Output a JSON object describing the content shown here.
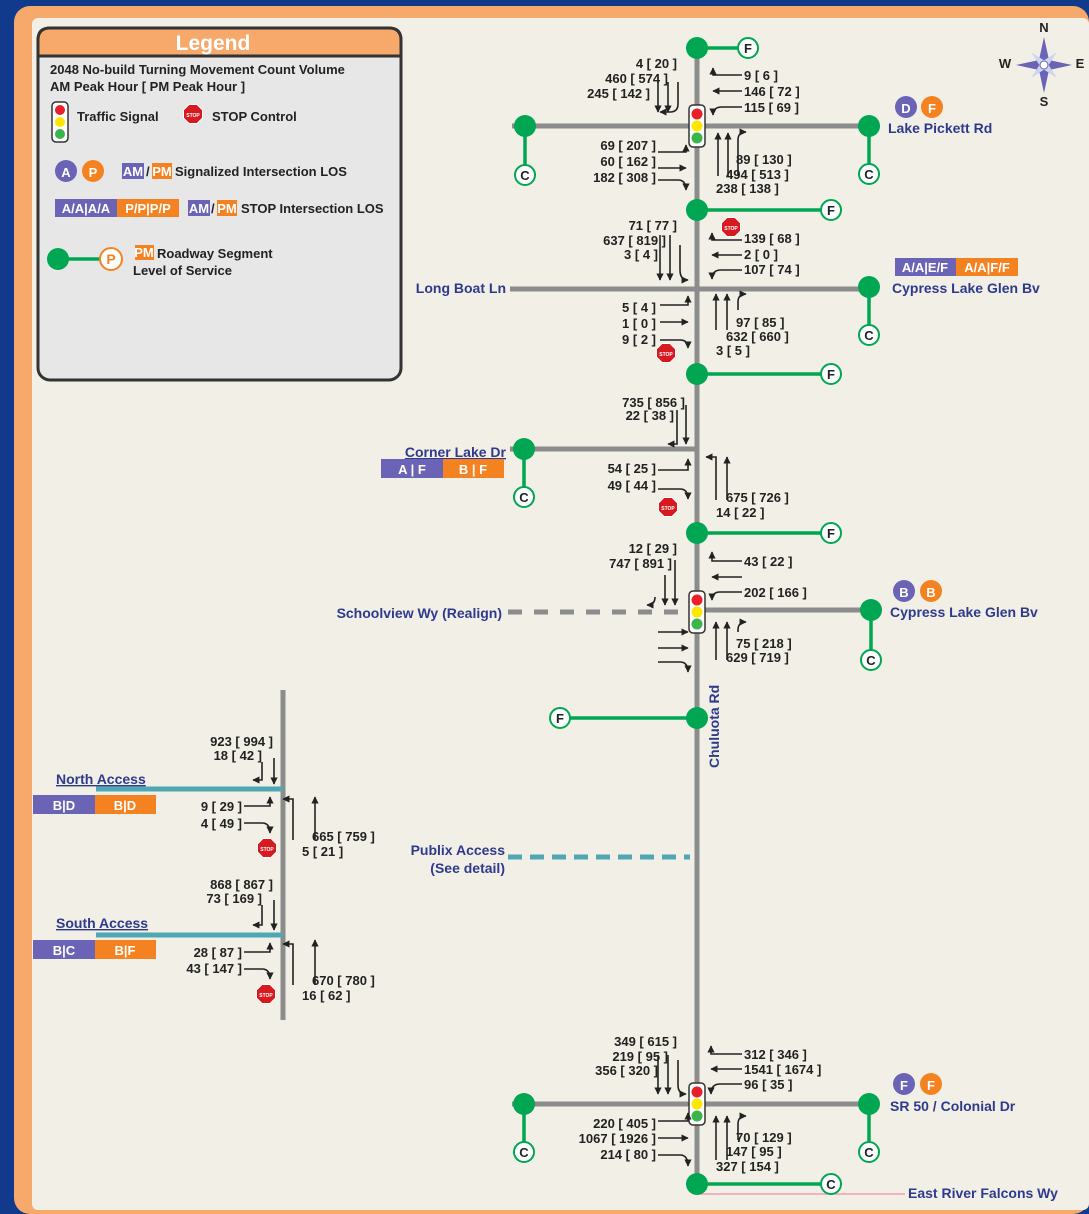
{
  "legend": {
    "title": "Legend",
    "line1": "2048 No-build Turning Movement Count Volume",
    "line2": "AM Peak Hour  [ PM Peak Hour ]",
    "signal": "Traffic Signal",
    "stop": "STOP Control",
    "signal_los": "Signalized Intersection LOS",
    "stop_los": "STOP Intersection LOS",
    "segment1": "Roadway Segment",
    "segment2": "Level of Service",
    "sample_am": "A",
    "sample_pm": "P",
    "am": "AM",
    "pm": "PM",
    "sample_stop_am": "A/A|A/A",
    "sample_stop_pm": "P/P|P/P",
    "stop_word": "STOP"
  },
  "compass": {
    "n": "N",
    "s": "S",
    "e": "E",
    "w": "W"
  },
  "streets": {
    "main": "Chuluota Rd",
    "lake_pickett": "Lake Pickett Rd",
    "long_boat": "Long Boat Ln",
    "cypress1": "Cypress Lake Glen Bv",
    "corner_lake": "Corner Lake Dr",
    "schoolview": "Schoolview Wy (Realign)",
    "cypress2": "Cypress Lake Glen Bv",
    "publix1": "Publix Access",
    "publix2": "(See detail)",
    "north_access": "North Access",
    "south_access": "South Access",
    "sr50": "SR 50 / Colonial Dr",
    "east_river": "East River Falcons Wy"
  },
  "los": {
    "lake_pickett": {
      "am": "D",
      "pm": "F"
    },
    "cypress2": {
      "am": "B",
      "pm": "B"
    },
    "sr50": {
      "am": "F",
      "pm": "F"
    },
    "cypress1": {
      "am": "A/A|E/F",
      "pm": "A/A|F/F"
    },
    "corner_lake": {
      "am": "A | F",
      "pm": "B | F"
    },
    "north_access": {
      "am": "B|D",
      "pm": "B|D"
    },
    "south_access": {
      "am": "B|C",
      "pm": "B|F"
    }
  },
  "segments": {
    "s1": "F",
    "s2": "F",
    "s3": "F",
    "s4": "F",
    "s5": "F",
    "s6": "C",
    "lp_w": "C",
    "lp_e": "C",
    "cy1_e": "C",
    "cl_w": "C",
    "cy2_e": "C",
    "sr_w": "C",
    "sr_e": "C"
  },
  "volumes": {
    "lp_sb": [
      "4 [ 20 ]",
      "460 [ 574 ]",
      "245 [ 142 ]"
    ],
    "lp_wb": [
      "9 [ 6 ]",
      "146 [ 72 ]",
      "115 [ 69 ]"
    ],
    "lp_eb": [
      "69 [ 207 ]",
      "60 [ 162 ]",
      "182 [ 308 ]"
    ],
    "lp_nb": [
      "89 [ 130 ]",
      "494 [ 513 ]",
      "238 [ 138 ]"
    ],
    "lb_sb": [
      "71 [ 77 ]",
      "637 [ 819 ]",
      "3 [ 4 ]"
    ],
    "lb_wb": [
      "139 [ 68 ]",
      "2 [ 0 ]",
      "107 [ 74 ]"
    ],
    "lb_eb": [
      "5 [ 4 ]",
      "1 [ 0 ]",
      "9 [ 2 ]"
    ],
    "lb_nb": [
      "97 [ 85 ]",
      "632 [ 660 ]",
      "3 [ 5 ]"
    ],
    "cl_sb": [
      "735 [ 856 ]",
      "22 [ 38 ]"
    ],
    "cl_eb": [
      "54 [ 25 ]",
      "49 [ 44 ]"
    ],
    "cl_nb": [
      "675 [ 726 ]",
      "14 [ 22 ]"
    ],
    "cy_sb": [
      "12 [ 29 ]",
      "747 [ 891 ]"
    ],
    "cy_wb": [
      "43 [ 22 ]",
      "202 [ 166 ]"
    ],
    "cy_nb": [
      "75 [ 218 ]",
      "629 [ 719 ]"
    ],
    "na_sb": [
      "923 [ 994 ]",
      "18 [ 42 ]"
    ],
    "na_eb": [
      "9 [ 29 ]",
      "4 [ 49 ]"
    ],
    "na_nb": [
      "665 [ 759 ]",
      "5 [ 21 ]"
    ],
    "sa_sb": [
      "868 [ 867 ]",
      "73 [ 169 ]"
    ],
    "sa_eb": [
      "28 [ 87 ]",
      "43 [ 147 ]"
    ],
    "sa_nb": [
      "670 [ 780 ]",
      "16 [ 62 ]"
    ],
    "sr_sb": [
      "349 [ 615 ]",
      "219 [ 95 ]",
      "356 [ 320 ]"
    ],
    "sr_wb": [
      "312 [ 346 ]",
      "1541 [ 1674 ]",
      "96 [ 35 ]"
    ],
    "sr_eb": [
      "220 [ 405 ]",
      "1067 [ 1926 ]",
      "214 [ 80 ]"
    ],
    "sr_nb": [
      "70 [ 129 ]",
      "147 [ 95 ]",
      "327 [ 154 ]"
    ]
  },
  "colors": {
    "road": "#8c8c8c",
    "segment": "#00a651",
    "am": "#6b63b5",
    "pm": "#f58220",
    "street_text": "#2e3a8c",
    "access": "#4fa7b3",
    "stop": "#d71920",
    "east_river_line": "#f0a0a8"
  }
}
